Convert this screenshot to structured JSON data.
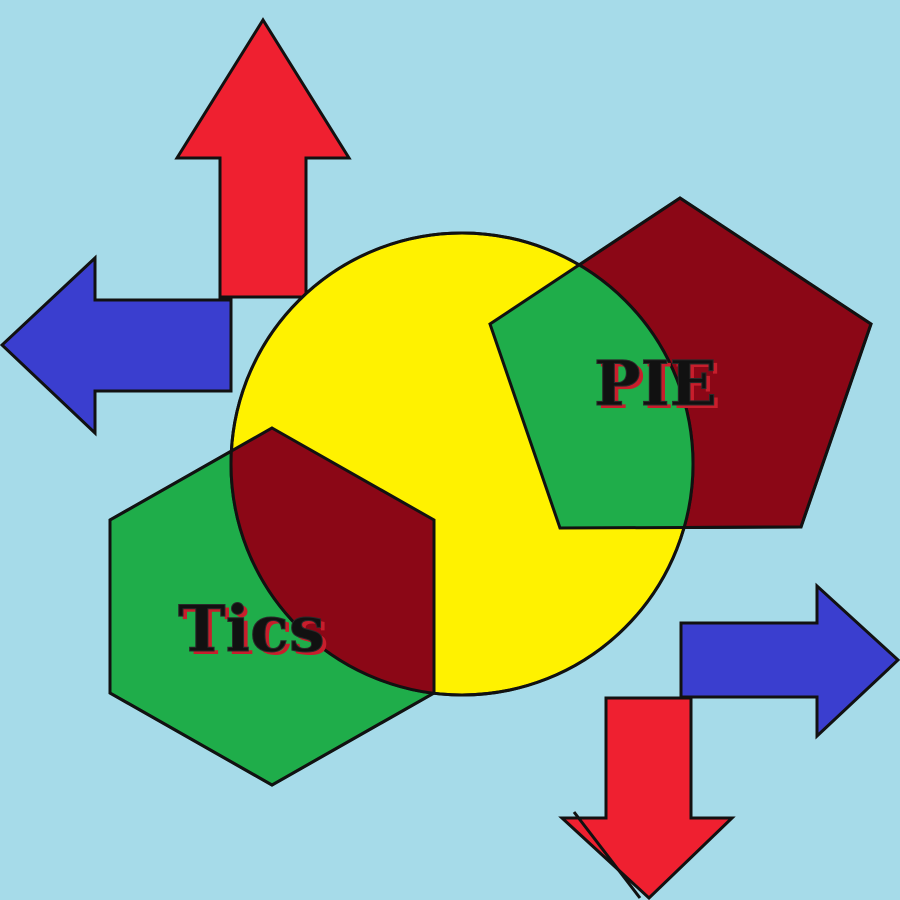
{
  "background_color": "#a6dbe9",
  "labels": {
    "pentagon_label": "PIE",
    "hexagon_label": "Tics"
  },
  "colors": {
    "circle_fill": "#fff200",
    "overlap_green": "#1fad4a",
    "overlap_maroon": "#8b0716",
    "arrow_red": "#ef2030",
    "arrow_blue": "#3a3ecf",
    "outline": "#111111"
  },
  "shapes": {
    "circle": "yellow-circle",
    "pentagon": "pentagon",
    "hexagon": "hexagon",
    "arrows": [
      "arrow-up-red",
      "arrow-left-blue",
      "arrow-right-blue",
      "arrow-down-red"
    ]
  }
}
